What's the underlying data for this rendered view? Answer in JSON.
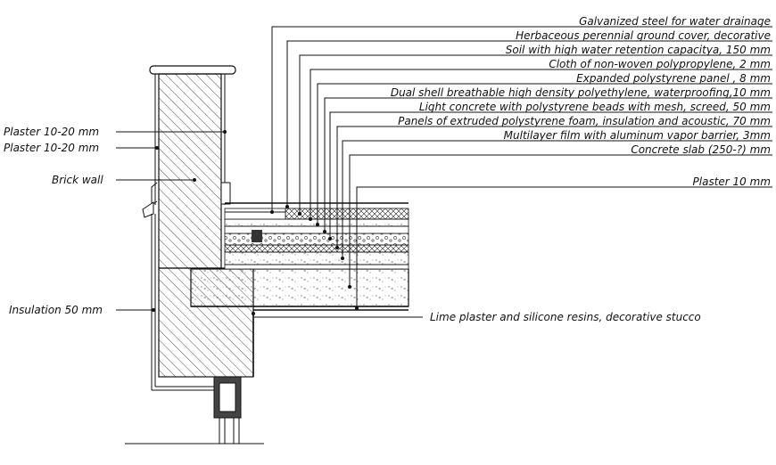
{
  "labels_right": [
    "Galvanized steel for water drainage",
    "Herbaceous perennial ground cover, decorative",
    "Soil with high water retention capacitya, 150 mm",
    "Cloth of non-woven polypropylene, 2 mm",
    "Expanded polystyrene panel , 8 mm",
    "Dual shell breathable high density polyethylene, waterproofing,10 mm",
    "Light concrete with polystyrene beads with mesh, screed, 50 mm",
    "Panels of extruded polystyrene foam, insulation and acoustic, 70 mm",
    "Multilayer film with aluminum vapor barrier, 3mm",
    "Concrete slab (250-?)  mm",
    "Plaster 10 mm"
  ],
  "labels_left": {
    "plaster_1": "Plaster 10-20 mm",
    "plaster_2": "Plaster 10-20 mm",
    "brick_wall": "Brick wall",
    "insulation": "Insulation 50 mm"
  },
  "label_bottom": "Lime plaster and silicone resins, decorative stucco"
}
